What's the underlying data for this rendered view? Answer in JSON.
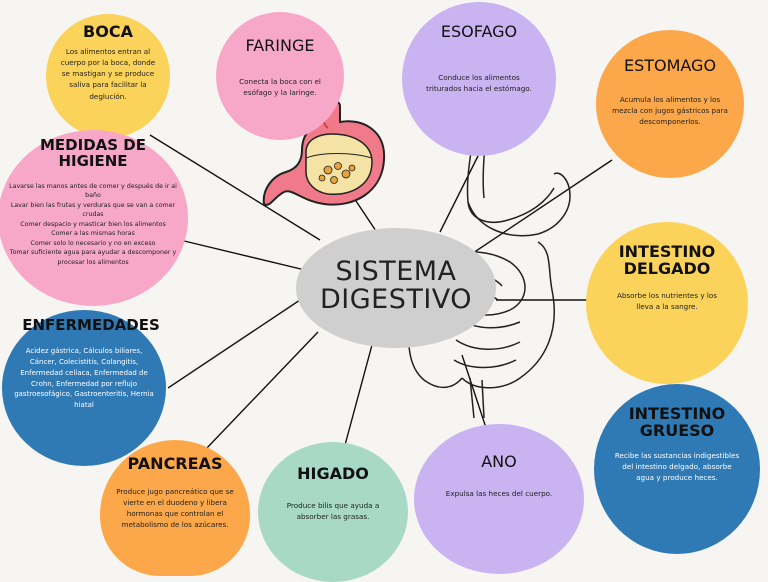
{
  "center": {
    "line1": "SISTEMA",
    "line2": "DIGESTIVO"
  },
  "boca": {
    "title": "BOCA",
    "text": "Los alimentos entran al cuerpo por la boca, donde se mastigan y se produce saliva para facilitar la deglución."
  },
  "faringe": {
    "title": "FARINGE",
    "text": "Conecta la boca con el esófago y la laringe."
  },
  "esofago": {
    "title": "ESOFAGO",
    "text": "Conduce los alimentos triturados hacia el estómago."
  },
  "estomago": {
    "title": "ESTOMAGO",
    "text": "Acumula los alimentos y los mezcla con jugos gástricos para descomponerlos."
  },
  "medidas": {
    "title_line1": "MEDIDAS DE",
    "title_line2": "HIGIENE",
    "items": [
      "Lavarse las manos antes de comer y después de ir al baño",
      "Lavar bien las frutas y verduras que se van a comer crudas",
      "Comer despacio y masticar bien los alimentos",
      "Comer a las mismas horas",
      "Comer solo lo necesario y no en exceso",
      "Tomar suficiente agua para ayudar a descomponer y procesar los alimentos"
    ]
  },
  "intestino_delgado": {
    "title_line1": "INTESTINO",
    "title_line2": "DELGADO",
    "text": "Absorbe los nutrientes y los lleva a la sangre."
  },
  "enfermedades": {
    "title": "ENFERMEDADES",
    "text": "Acidez gástrica, Cálculos biliares, Cáncer, Colecistitis, Colangitis, Enfermedad celíaca, Enfermedad de Crohn, Enfermedad por reflujo gastroesofágico, Gastroenteritis, Hernia hiatal"
  },
  "intestino_grueso": {
    "title_line1": "INTESTINO",
    "title_line2": "GRUESO",
    "text": "Recibe las sustancias indigestibles del intestino delgado, absorbe agua y produce heces."
  },
  "pancreas": {
    "title": "PANCREAS",
    "text": "Produce jugo pancreático que se vierte en el duodeno y libera hormonas que controlan el metabolismo de los azúcares."
  },
  "higado": {
    "title": "HIGADO",
    "text": "Produce bilis que ayuda a absorber las grasas."
  },
  "ano": {
    "title": "ANO",
    "text": "Expulsa las heces del cuerpo."
  },
  "colors": {
    "yellow": "#fcd35a",
    "pink": "#f7a8c8",
    "purple": "#c9b3f0",
    "orange": "#fca84a",
    "blue": "#2f79b5",
    "mint": "#a7d9c6",
    "gray": "#cfcfcf"
  }
}
